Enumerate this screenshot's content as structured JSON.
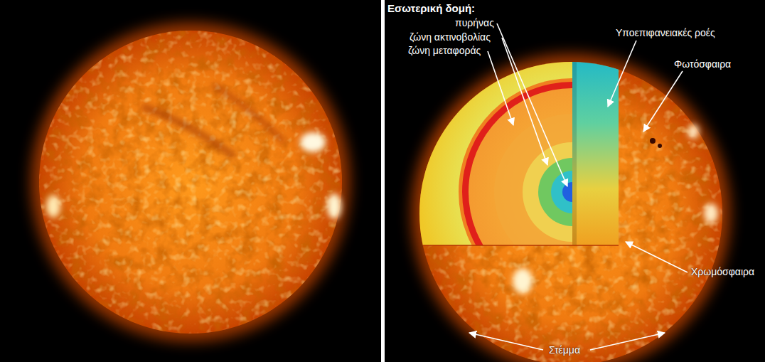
{
  "diagram": {
    "title": "Εσωτερική δομή:",
    "labels": [
      "πυρήνας",
      "ζώνη ακτινοβολίας",
      "ζώνη μεταφοράς",
      "Υποεπιφανειακές ροές",
      "Φωτόσφαιρα",
      "Χρωμόσφαιρα",
      "Στέμμα"
    ]
  }
}
